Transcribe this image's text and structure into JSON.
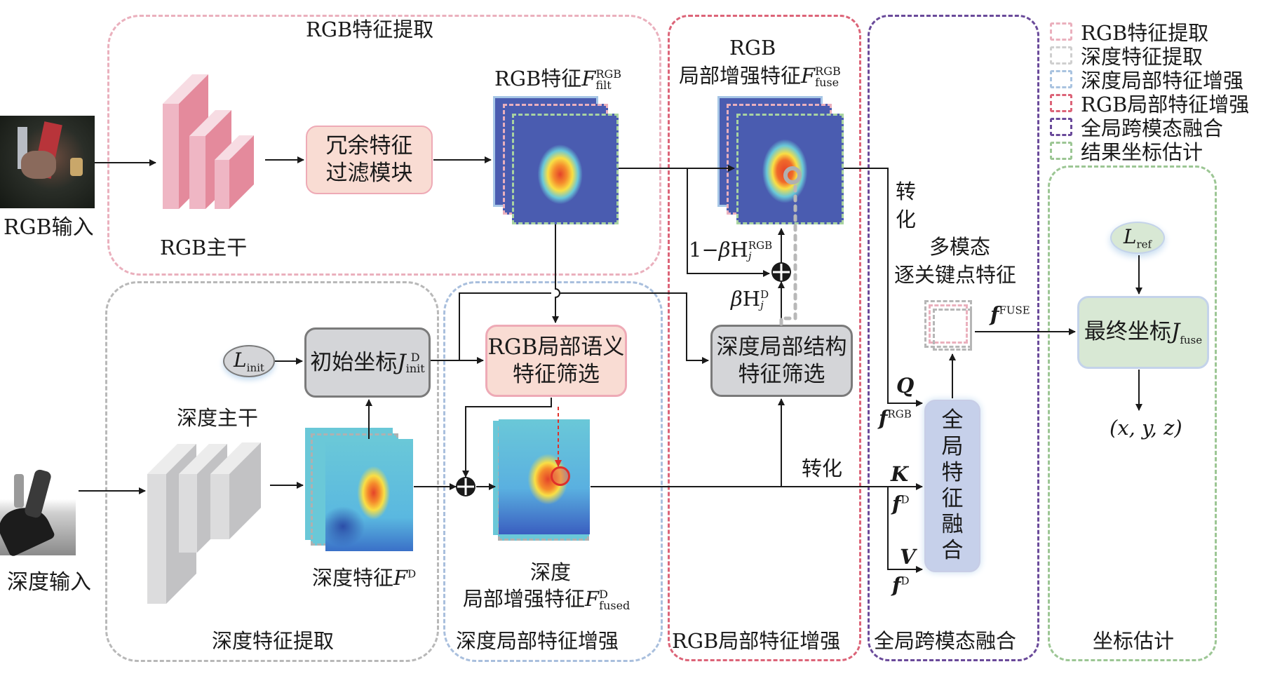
{
  "regions": {
    "rgb_extract": {
      "label": "RGB特征提取",
      "color": "#eab0bd"
    },
    "depth_extract": {
      "label": "深度特征提取",
      "color": "#b8b8b8"
    },
    "depth_local": {
      "label": "深度局部特征增强",
      "color": "#a9bfdd"
    },
    "rgb_local": {
      "label": "RGB局部特征增强",
      "color": "#dc6478"
    },
    "global_fusion": {
      "label": "全局跨模态融合",
      "color": "#6a4a9a"
    },
    "coord_est": {
      "label": "坐标估计",
      "color": "#9cc694"
    }
  },
  "legend": [
    {
      "label": "RGB特征提取",
      "color": "#eab0bd"
    },
    {
      "label": "深度特征提取",
      "color": "#cfcfcf"
    },
    {
      "label": "深度局部特征增强",
      "color": "#a9c3e0"
    },
    {
      "label": "RGB局部特征增强",
      "color": "#dc6478"
    },
    {
      "label": "全局跨模态融合",
      "color": "#6a4a9a"
    },
    {
      "label": "结果坐标估计",
      "color": "#9cc694"
    }
  ],
  "inputs": {
    "rgb": "RGB输入",
    "depth": "深度输入"
  },
  "backbones": {
    "rgb": "RGB主干",
    "depth": "深度主干"
  },
  "modules": {
    "redundant_filter": [
      "冗余特征",
      "过滤模块"
    ],
    "init_coord": {
      "text": "初始坐标",
      "var": "J",
      "sup": "D",
      "sub": "init"
    },
    "rgb_semantic": [
      "RGB局部语义",
      "特征筛选"
    ],
    "depth_structure": [
      "深度局部结构",
      "特征筛选"
    ],
    "global_fusion": [
      "全",
      "局",
      "特",
      "征",
      "融",
      "合"
    ],
    "final_coord": {
      "text": "最终坐标",
      "var": "J",
      "sub": "fuse"
    }
  },
  "ellipses": {
    "l_init": {
      "var": "L",
      "sub": "init"
    },
    "l_ref": {
      "var": "L",
      "sub": "ref"
    }
  },
  "features": {
    "rgb_filt": {
      "text": "RGB特征",
      "var": "F",
      "sup": "RGB",
      "sub": "filt"
    },
    "rgb_fuse": {
      "line1": "RGB",
      "text": "局部增强特征",
      "var": "F",
      "sup": "RGB",
      "sub": "fuse"
    },
    "depth": {
      "text": "深度特征",
      "var": "F",
      "sup": "D"
    },
    "depth_fused": {
      "line1": "深度",
      "text": "局部增强特征",
      "var": "F",
      "sup": "D",
      "sub": "fused"
    },
    "multimodal": [
      "多模态",
      "逐关键点特征"
    ]
  },
  "annotations": {
    "one_minus_beta": {
      "prefix": "1−",
      "beta": "β",
      "h": "H",
      "sub": "j",
      "sup": "RGB"
    },
    "beta_d": {
      "beta": "β",
      "h": "H",
      "sub": "j",
      "sup": "D"
    },
    "transform_vertical": [
      "转",
      "化"
    ],
    "transform_horizontal": "转化",
    "q": {
      "letter": "Q",
      "f": "f",
      "sup": "RGB"
    },
    "k": {
      "letter": "K",
      "f": "f",
      "sup": "D"
    },
    "v": {
      "letter": "V",
      "f": "f",
      "sup": "D"
    },
    "f_fuse": {
      "f": "f",
      "sup": "FUSE"
    },
    "output": "(x, y, z)"
  },
  "colors": {
    "pink_box_fill": "#f9dcd3",
    "pink_box_border": "#eeaab6",
    "gray_box_fill": "#d4d5d8",
    "gray_box_border": "#7a7a7a",
    "blue_box_fill": "#c6d0ea",
    "green_box_fill": "#d8e8d4",
    "green_box_border": "#c4d3ea",
    "heat_blue": "#4a5cb0",
    "heat_cyan": "#6ac8d8"
  }
}
